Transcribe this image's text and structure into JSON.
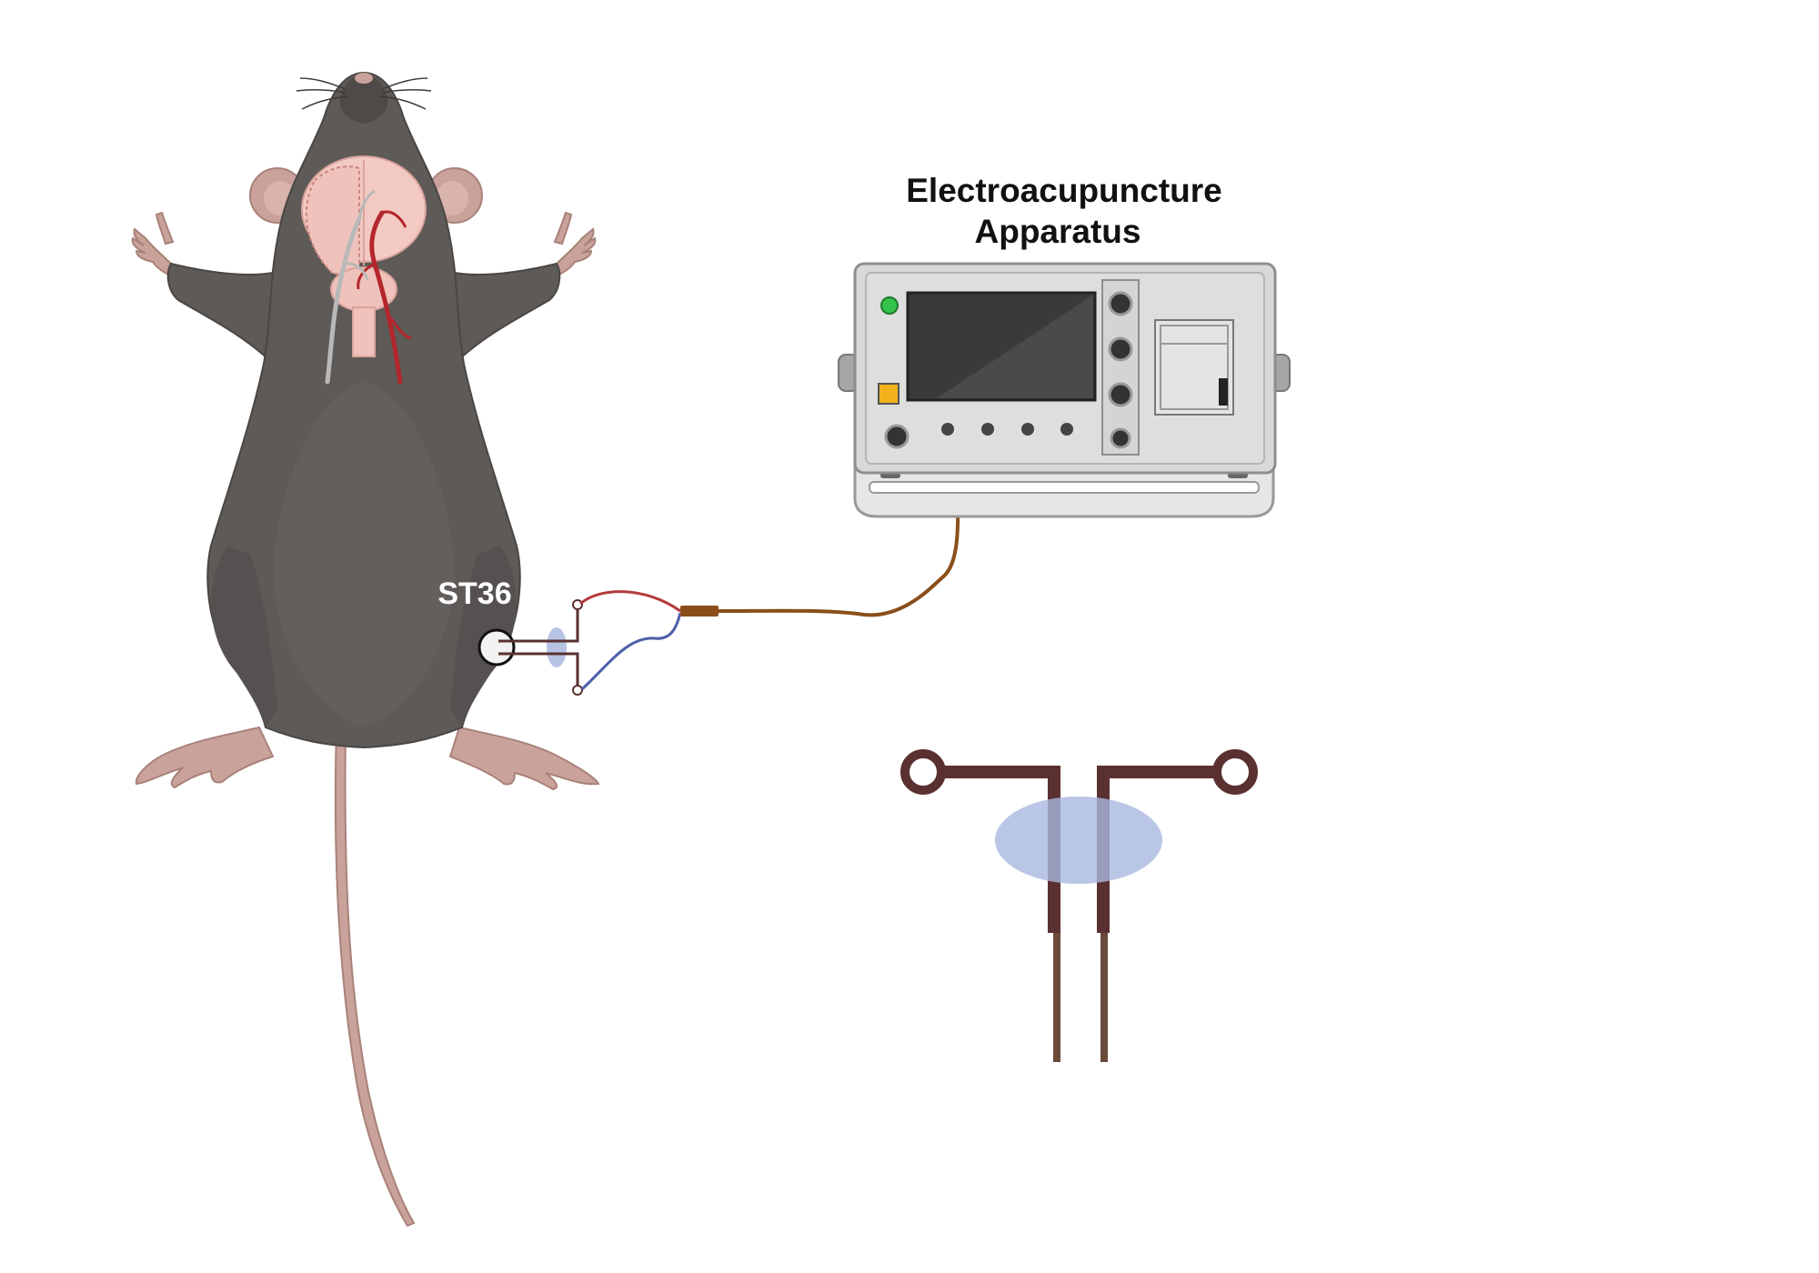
{
  "labels": {
    "device_line1": "Electroacupuncture",
    "device_line2": "Apparatus",
    "acupoint": "ST36"
  },
  "colors": {
    "mouse_fur": "#5e5a57",
    "mouse_fur_dark": "#4a4643",
    "mouse_skin": "#c9a39b",
    "brain": "#f3c9c3",
    "artery": "#b3262b",
    "vein": "#b9b9b9",
    "device_body": "#d9d9d9",
    "device_screen": "#3a3a3a",
    "led_green": "#35c34a",
    "button_yellow": "#f2b21b",
    "cable_brown": "#8b4e1a",
    "wire_red": "#b33a3a",
    "wire_blue": "#4d5fa8",
    "electrode": "#5a3030",
    "needle": "#6b4a3a",
    "gel_pad": "#a9b8de"
  },
  "icons": {
    "mouse": "mouse-dorsal-icon",
    "brain": "brain-icon",
    "device": "stimulator-device-icon",
    "electrode": "needle-electrode-icon"
  }
}
